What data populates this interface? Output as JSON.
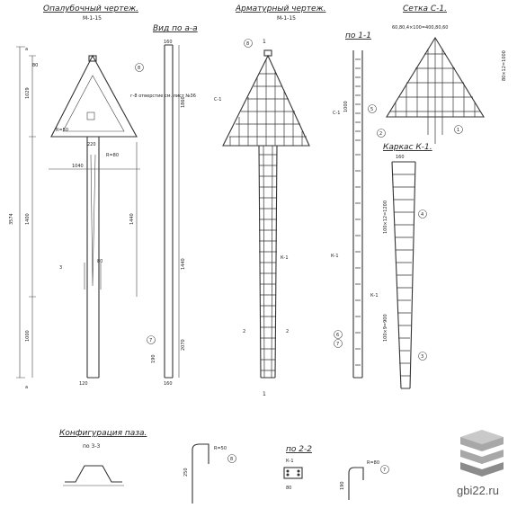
{
  "titles": {
    "formwork": "Опалубочный чертеж.",
    "formwork_mark": "М-1-15",
    "view_aa": "Вид по а-а",
    "rebar": "Арматурный чертеж.",
    "rebar_mark": "М-1-15",
    "section_11": "по 1-1",
    "mesh": "Сетка С-1.",
    "cage": "Каркас К-1.",
    "config": "Конфигурация паза.",
    "section_33": "по 3-3",
    "section_22": "по 2-2"
  },
  "dimensions": {
    "d80": "80",
    "d1029": "1029",
    "d1400": "1400",
    "d3574": "3574",
    "d1000": "1000",
    "d1040": "1040",
    "d220": "220",
    "r50": "R=50",
    "r80": "R=80",
    "d190": "190",
    "d120": "120",
    "d160": "160",
    "d80b": "80",
    "d250": "250",
    "d1860": "1860",
    "d2070": "2070",
    "d1440": "1440",
    "mesh_top": "60,80,4×100=400,80,60",
    "mesh_side": "80×12=1000",
    "cage_a": "100×12=1200",
    "cage_b": "100×9=900"
  },
  "callouts": {
    "c1": "1",
    "c2": "2",
    "c3": "3",
    "c4": "4",
    "c5": "5",
    "c6": "6",
    "c7": "7",
    "c8": "8",
    "note_loop": "г-8 отверстие см. лист №36",
    "k1": "К-1",
    "c1_mesh": "С-1",
    "cut_a": "а",
    "cut_3": "3",
    "cut_2": "2"
  },
  "logo": {
    "text": "gbi22.ru",
    "colors": [
      "#c9c9c9",
      "#a8a8a8",
      "#8c8c8c"
    ]
  }
}
